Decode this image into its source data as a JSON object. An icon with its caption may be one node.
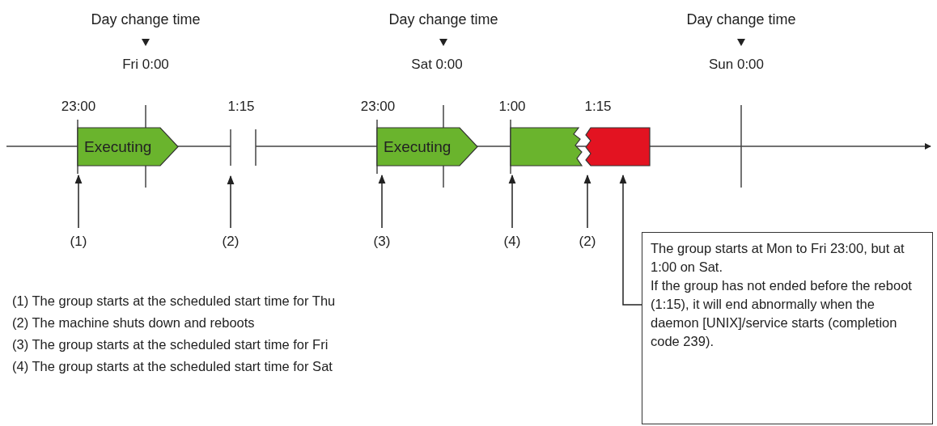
{
  "diagram": {
    "nodes": [
      {
        "text": [
          "Executing"
        ]
      },
      {
        "text": [
          "Executing"
        ]
      },
      {
        "text": [],
        "shape": "bar"
      },
      {
        "text": [],
        "shape": "bar"
      },
      {
        "text": [
          "(1)"
        ]
      },
      {
        "text": [
          "(2)"
        ]
      },
      {
        "text": [
          "(3)"
        ]
      },
      {
        "text": [
          "(4)"
        ]
      },
      {
        "text": [
          "(2)"
        ]
      },
      {
        "text": [
          "The group starts at Mon to Fri 23:00, but at 1:00 on Sat.",
          "If the group has not ended before the reboot (1:15), it will end abnormally when the daemon [UNIX]/service starts (completion code 239)."
        ]
      }
    ],
    "edges": [
      {
        "from": 4,
        "to": 0,
        "arrow": "to"
      },
      {
        "from": 5,
        "to": null,
        "arrow": "to"
      },
      {
        "from": 6,
        "to": 1,
        "arrow": "to"
      },
      {
        "from": 7,
        "to": 2,
        "arrow": "to"
      },
      {
        "from": 8,
        "to": 3,
        "arrow": "to"
      },
      {
        "from": 9,
        "to": 3,
        "arrow": "to"
      }
    ],
    "labels": [
      "Day change time",
      "Day change time",
      "Day change time",
      "Fri 0:00",
      "Sat 0:00",
      "Sun 0:00",
      "23:00",
      "1:15",
      "23:00",
      "1:00",
      "1:15",
      "(1) The group starts at the scheduled start time for Thu",
      "(2) The machine shuts down and reboots",
      "(3) The group starts at the scheduled start time for Fri",
      "(4) The group starts at the scheduled start time for Sat"
    ]
  }
}
